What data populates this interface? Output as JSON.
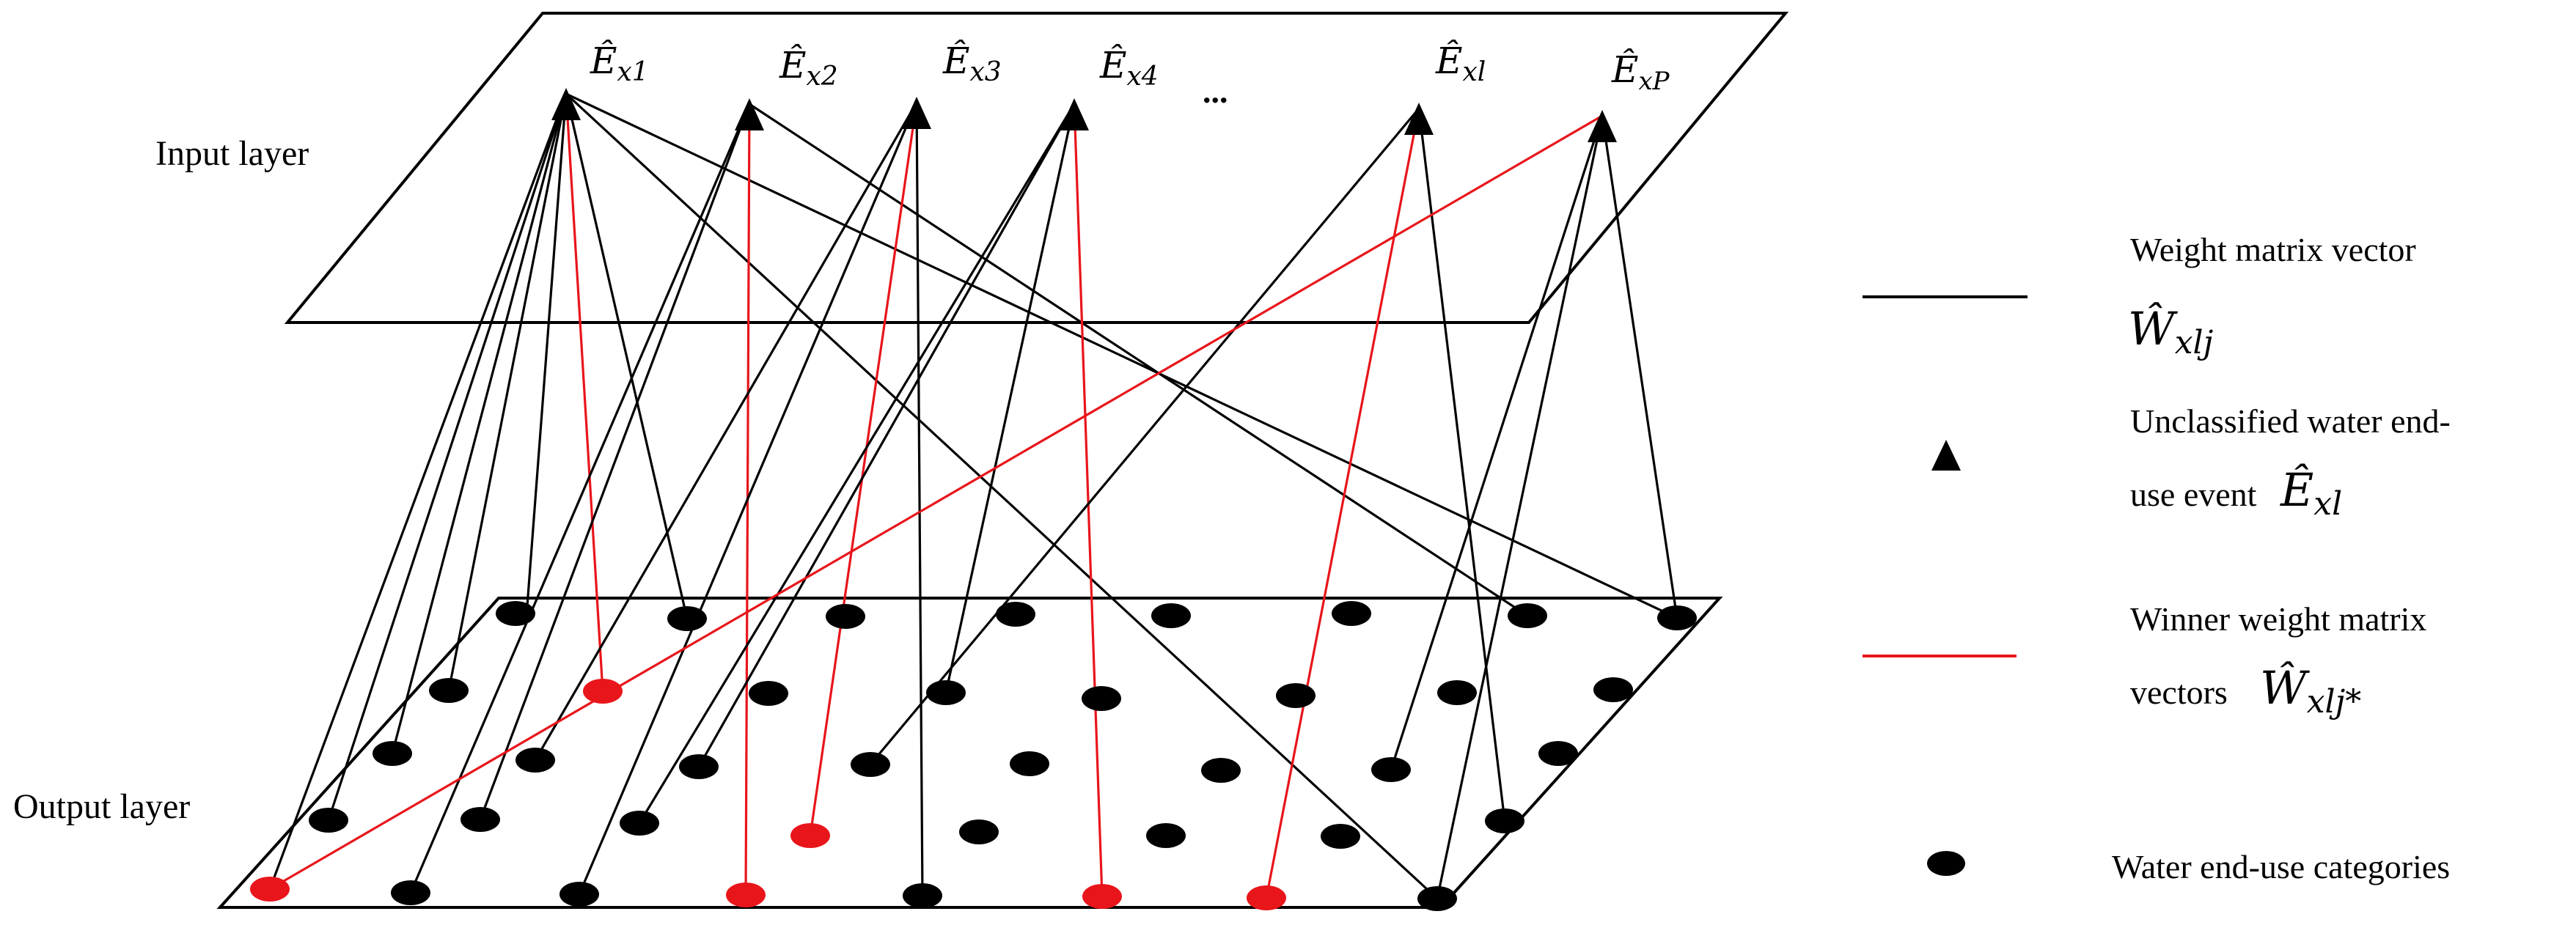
{
  "layers": {
    "input_label": "Input layer",
    "output_label": "Output layer"
  },
  "inputs": [
    {
      "sym": "Ê",
      "sub": "x1"
    },
    {
      "sym": "Ê",
      "sub": "x2"
    },
    {
      "sym": "Ê",
      "sub": "x3"
    },
    {
      "sym": "Ê",
      "sub": "x4"
    },
    {
      "sym": "Ê",
      "sub": "xl"
    },
    {
      "sym": "Ê",
      "sub": "xP"
    }
  ],
  "ellipsis": "...",
  "legend": {
    "weight_label": "Weight matrix vector",
    "weight_sym": "Ŵ",
    "weight_sub": "xlj",
    "event_label_1": "Unclassified water end-",
    "event_label_2": "use event",
    "event_sym": "Ê",
    "event_sub": "xl",
    "winner_label_1": "Winner weight matrix",
    "winner_label_2": "vectors",
    "winner_sym": "Ŵ",
    "winner_sub": "xlj*",
    "category_label": "Water end-use categories"
  },
  "colors": {
    "line": "#000000",
    "winner": "#e8151b",
    "node": "#000000",
    "winner_node": "#e8151b"
  }
}
